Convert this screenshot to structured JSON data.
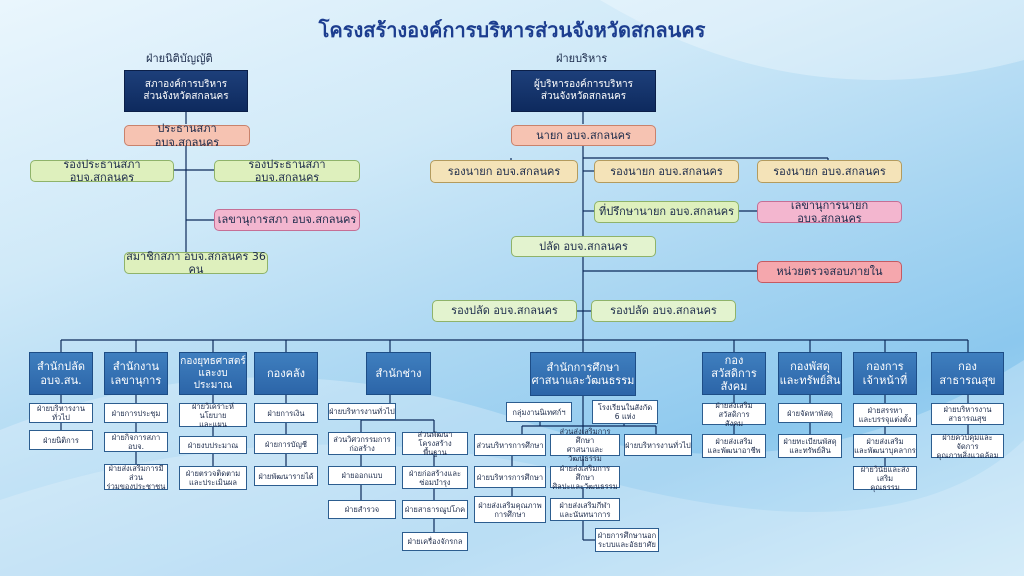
{
  "title": "โครงสร้างองค์การบริหารส่วนจังหวัดสกลนคร",
  "left_section": "ฝ่ายนิติบัญญัติ",
  "right_section": "ฝ่ายบริหาร",
  "council": "สภาองค์การบริหาร\nส่วนจังหวัดสกลนคร",
  "executive": "ผู้บริหารองค์การบริหาร\nส่วนจังหวัดสกลนคร",
  "council_president": "ประธานสภา อบจ.สกลนคร",
  "vice_presidents": [
    "รองประธานสภา อบจ.สกลนคร",
    "รองประธานสภา อบจ.สกลนคร"
  ],
  "council_secretary": "เลขานุการสภา อบจ.สกลนคร",
  "council_members": "สมาชิกสภา อบจ.สกลนคร 36 คน",
  "mayor": "นายก อบจ.สกลนคร",
  "deputy_mayors": [
    "รองนายก อบจ.สกลนคร",
    "รองนายก อบจ.สกลนคร",
    "รองนายก อบจ.สกลนคร"
  ],
  "mayor_advisor": "ที่ปรึกษานายก อบจ.สกลนคร",
  "mayor_secretary": "เลขานุการนายก อบจ.สกลนคร",
  "chief_admin": "ปลัด อบจ.สกลนคร",
  "internal_audit": "หน่วยตรวจสอบภายใน",
  "deputy_chiefs": [
    "รองปลัด อบจ.สกลนคร",
    "รองปลัด อบจ.สกลนคร"
  ],
  "departments": [
    {
      "name": "สำนักปลัด\nอบจ.สน.",
      "subs": [
        "ฝ่ายบริหารงานทั่วไป",
        "ฝ่ายนิติการ"
      ]
    },
    {
      "name": "สำนักงาน\nเลขานุการ",
      "subs": [
        "ฝ่ายการประชุม",
        "ฝ่ายกิจการสภา อบจ.",
        "ฝ่ายส่งเสริมการมีส่วน\nร่วมของประชาชน"
      ]
    },
    {
      "name": "กองยุทธศาสตร์\nและงบประมาณ",
      "subs": [
        "ฝ่ายวิเคราะห์นโยบาย\nและแผน",
        "ฝ่ายงบประมาณ",
        "ฝ่ายตรวจติดตาม\nและประเมินผล"
      ]
    },
    {
      "name": "กองคลัง",
      "subs": [
        "ฝ่ายการเงิน",
        "ฝ่ายการบัญชี",
        "ฝ่ายพัฒนารายได้"
      ]
    },
    {
      "name": "สำนักช่าง",
      "subs": [
        "ฝ่ายบริหารงานทั่วไป",
        "ส่วนวิศวกรรมการ\nก่อสร้าง",
        "ฝ่ายออกแบบ",
        "ฝ่ายสำรวจ",
        "ส่วนพัฒนาโครงสร้าง\nพื้นฐาน",
        "ฝ่ายก่อสร้างและ\nซ่อมบำรุง",
        "ฝ่ายสาธารณูปโภค",
        "ฝ่ายเครื่องจักรกล"
      ]
    },
    {
      "name": "สำนักการศึกษา\nศาสนาและวัฒนธรรม",
      "subs": [
        "กลุ่มงานนิเทศก์ฯ",
        "โรงเรียนในสังกัด\n6 แห่ง",
        "ส่วนบริหารการศึกษา",
        "ฝ่ายบริหารการศึกษา",
        "ฝ่ายส่งเสริมคุณภาพ\nการศึกษา",
        "ส่วนส่งเสริมการศึกษา\nศาสนาและวัฒนธรรม",
        "ฝ่ายส่งเสริมการศึกษา\nศิลปะและวัฒนธรรม",
        "ฝ่ายส่งเสริมกีฬา\nและนันทนาการ",
        "ฝ่ายการศึกษานอก\nระบบและอัธยาศัย",
        "ฝ่ายบริหารงานทั่วไป"
      ]
    },
    {
      "name": "กองสวัสดิการ\nสังคม",
      "subs": [
        "ฝ่ายส่งเสริมสวัสดิการ\nสังคม",
        "ฝ่ายส่งเสริม\nและพัฒนาอาชีพ"
      ]
    },
    {
      "name": "กองพัสดุ\nและทรัพย์สิน",
      "subs": [
        "ฝ่ายจัดหาพัสดุ",
        "ฝ่ายทะเบียนพัสดุ\nและทรัพย์สิน"
      ]
    },
    {
      "name": "กองการ\nเจ้าหน้าที่",
      "subs": [
        "ฝ่ายสรรหา\nและบรรจุแต่งตั้ง",
        "ฝ่ายส่งเสริม\nและพัฒนาบุคลากร",
        "ฝ่ายวินัยและส่งเสริม\nคุณธรรม"
      ]
    },
    {
      "name": "กองสาธารณสุข",
      "subs": [
        "ฝ่ายบริหารงาน\nสาธารณสุข",
        "ฝ่ายควบคุมและจัดการ\nคุณภาพสิ่งแวดล้อม"
      ]
    }
  ],
  "colors": {
    "title": "#1c3d8f",
    "navy": "#0e2a5e",
    "department": "#2c65a8",
    "connector": "#0d2a5a"
  }
}
